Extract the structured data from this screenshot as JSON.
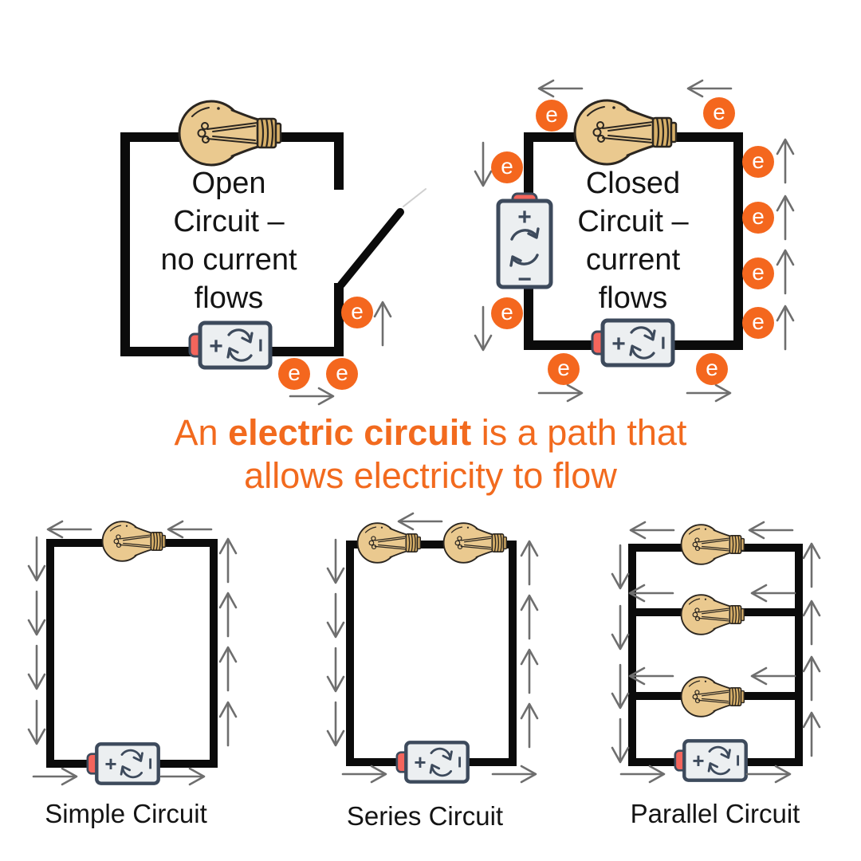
{
  "caption": {
    "prefix": "An ",
    "bold": "electric circuit",
    "suffix": " is a path that\nallows electricity to flow"
  },
  "circuits": {
    "open": {
      "title": "Open\nCircuit –\nno current\nflows"
    },
    "closed": {
      "title": "Closed\nCircuit –\ncurrent\nflows"
    },
    "simple": {
      "label": "Simple Circuit"
    },
    "series": {
      "label": "Series Circuit"
    },
    "parallel": {
      "label": "Parallel Circuit"
    }
  },
  "electron_symbol": "e",
  "battery": {
    "plus_mark": "+",
    "minus_mark": "−"
  },
  "colors": {
    "accent_orange": "#F26A1E",
    "electron_orange": "#F4671E",
    "wire_black": "#0B0B0B",
    "arrow_gray": "#6E6E6E",
    "bulb_fill": "#EAC98F",
    "bulb_base_fill": "#D8B069",
    "bulb_outline": "#2B2620",
    "battery_fill": "#ECEFF1",
    "battery_stroke": "#3D4A5C",
    "battery_cap": "#F4655C",
    "title_black": "#141414"
  }
}
